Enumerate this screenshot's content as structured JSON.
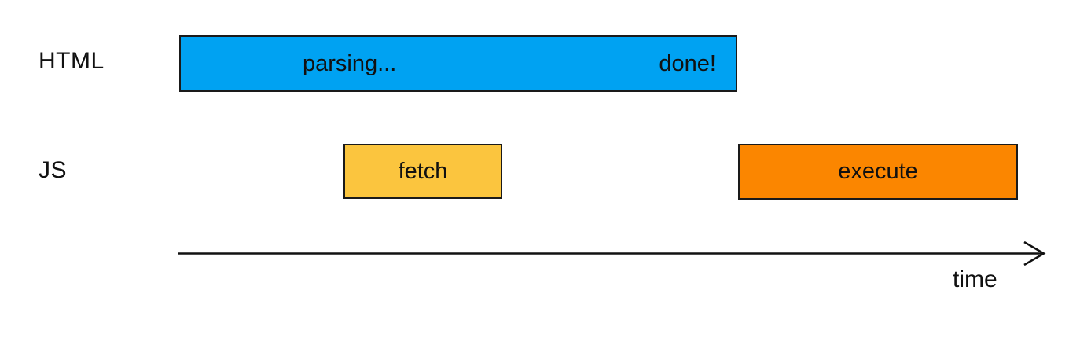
{
  "rows": {
    "html": {
      "label": "HTML",
      "bar": {
        "left_text": "parsing...",
        "right_text": "done!",
        "color": "#00a2f2"
      }
    },
    "js": {
      "label": "JS",
      "fetch_bar": {
        "text": "fetch",
        "color": "#fbc53e"
      },
      "execute_bar": {
        "text": "execute",
        "color": "#fb8600"
      }
    }
  },
  "axis": {
    "label": "time",
    "line_color": "#111111"
  },
  "colors": {
    "background": "#ffffff",
    "bar_border": "#1a1a1a",
    "text": "#111111"
  }
}
